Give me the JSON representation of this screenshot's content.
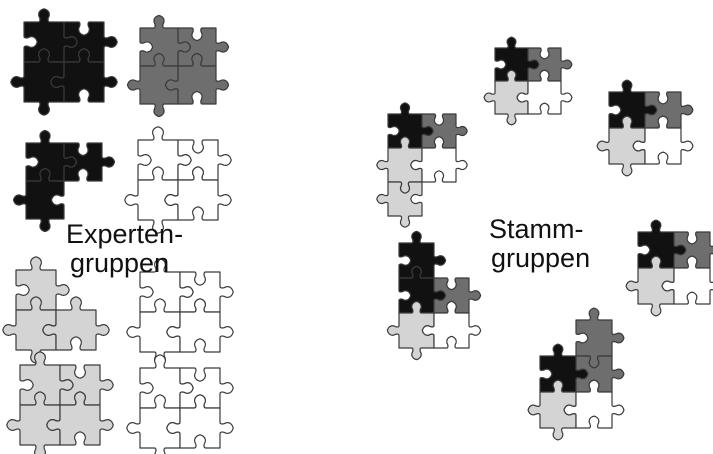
{
  "labels": {
    "experts_line1": "Experten-",
    "experts_line2": "gruppen",
    "home_line1": "Stamm-",
    "home_line2": "gruppen"
  },
  "colors": {
    "black": "#111111",
    "dark_gray": "#6e6e6e",
    "light_gray": "#d4d4d4",
    "white": "#ffffff",
    "outline": "#3a3a3a"
  },
  "expert_groups": [
    {
      "name": "black-group-full",
      "pieces": [
        "black",
        "black",
        "black",
        "black"
      ]
    },
    {
      "name": "darkgray-group-full",
      "pieces": [
        "dark_gray",
        "dark_gray",
        "dark_gray",
        "dark_gray"
      ]
    },
    {
      "name": "black-group-partial",
      "pieces": [
        "black",
        "black",
        "black"
      ]
    },
    {
      "name": "white-group-full",
      "pieces": [
        "white",
        "white",
        "white",
        "white"
      ]
    },
    {
      "name": "lightgray-group-partial",
      "pieces": [
        "light_gray",
        "light_gray",
        "light_gray"
      ]
    },
    {
      "name": "white-group-full-2",
      "pieces": [
        "white",
        "white",
        "white",
        "white"
      ]
    },
    {
      "name": "lightgray-group-full",
      "pieces": [
        "light_gray",
        "light_gray",
        "light_gray",
        "light_gray"
      ]
    },
    {
      "name": "white-group-full-3",
      "pieces": [
        "white",
        "white",
        "white",
        "white"
      ]
    }
  ],
  "home_groups": [
    {
      "name": "home-group-1",
      "pieces": [
        "black",
        "dark_gray",
        "light_gray",
        "white"
      ]
    },
    {
      "name": "home-group-2",
      "pieces": [
        "black",
        "dark_gray",
        "light_gray",
        "white",
        "light_gray"
      ]
    },
    {
      "name": "home-group-3",
      "pieces": [
        "black",
        "dark_gray",
        "light_gray",
        "white"
      ]
    },
    {
      "name": "home-group-4",
      "pieces": [
        "black",
        "dark_gray",
        "light_gray",
        "white"
      ]
    },
    {
      "name": "home-group-5",
      "pieces": [
        "black",
        "black",
        "dark_gray",
        "light_gray",
        "white"
      ]
    },
    {
      "name": "home-group-6",
      "pieces": [
        "dark_gray",
        "black",
        "dark_gray",
        "light_gray",
        "white"
      ]
    }
  ]
}
